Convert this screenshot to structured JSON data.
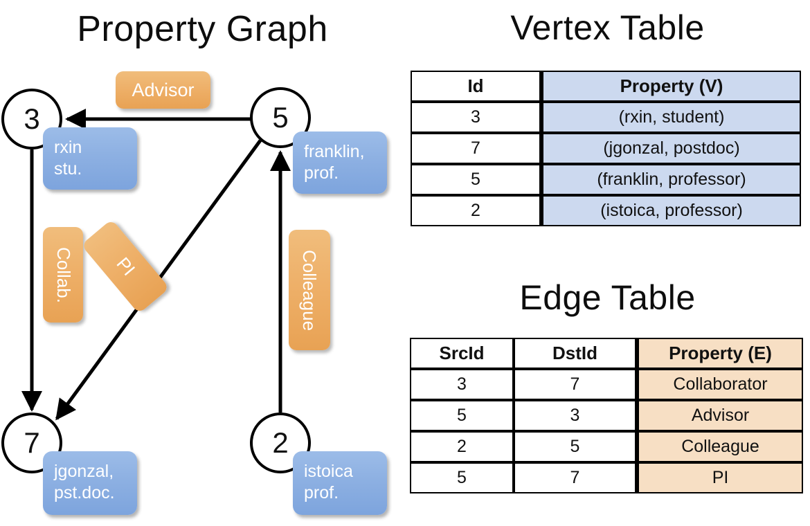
{
  "titles": {
    "graph": "Property Graph",
    "vertex": "Vertex Table",
    "edge": "Edge Table"
  },
  "graph": {
    "nodes": [
      {
        "id": "3",
        "property": "rxin\nstu."
      },
      {
        "id": "5",
        "property": "franklin,\nprof."
      },
      {
        "id": "7",
        "property": "jgonzal,\npst.doc."
      },
      {
        "id": "2",
        "property": "istoica\nprof."
      }
    ],
    "edge_labels": {
      "advisor": "Advisor",
      "collab": "Collab.",
      "pi": "PI",
      "colleague": "Colleague"
    }
  },
  "vertex_table": {
    "headers": [
      "Id",
      "Property (V)"
    ],
    "rows": [
      {
        "id": "3",
        "property": "(rxin, student)"
      },
      {
        "id": "7",
        "property": "(jgonzal, postdoc)"
      },
      {
        "id": "5",
        "property": "(franklin, professor)"
      },
      {
        "id": "2",
        "property": "(istoica, professor)"
      }
    ]
  },
  "edge_table": {
    "headers": [
      "SrcId",
      "DstId",
      "Property (E)"
    ],
    "rows": [
      {
        "src": "3",
        "dst": "7",
        "property": "Collaborator"
      },
      {
        "src": "5",
        "dst": "3",
        "property": "Advisor"
      },
      {
        "src": "2",
        "dst": "5",
        "property": "Colleague"
      },
      {
        "src": "5",
        "dst": "7",
        "property": "PI"
      }
    ]
  },
  "colors": {
    "vertex_property_fill": "#ccd9ef",
    "edge_property_fill": "#f7dfc4",
    "node_box_blue": "#8db0e2",
    "edge_label_orange": "#eeb069",
    "stroke": "#000000"
  }
}
